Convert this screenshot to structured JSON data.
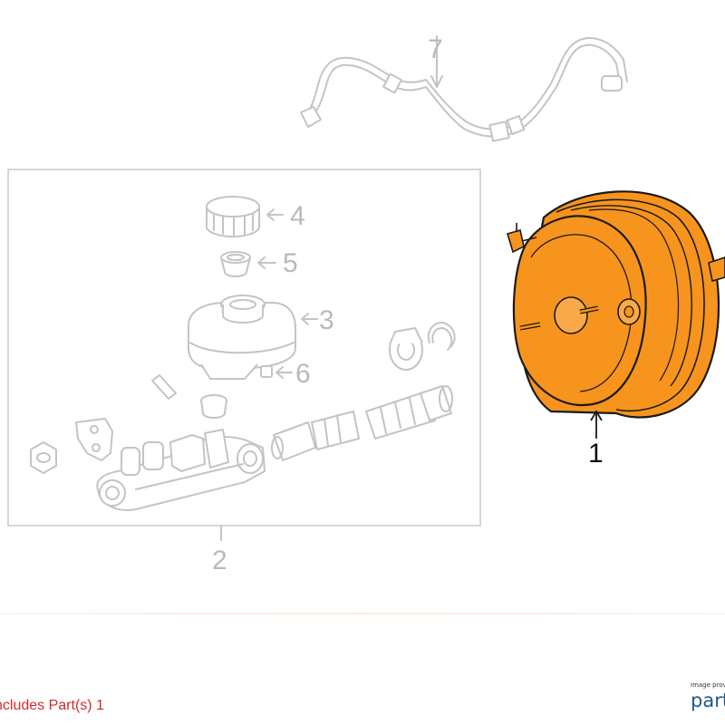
{
  "diagram": {
    "callouts": [
      {
        "id": "7",
        "label": "7"
      },
      {
        "id": "4",
        "label": "4"
      },
      {
        "id": "5",
        "label": "5"
      },
      {
        "id": "3",
        "label": "3"
      },
      {
        "id": "6",
        "label": "6"
      },
      {
        "id": "2",
        "label": "2"
      },
      {
        "id": "1",
        "label": "1"
      }
    ],
    "highlight_color": "#f7941d",
    "outline_color": "#1a1a1a",
    "faded_color": "#c4c4c4"
  },
  "footer": {
    "note": "ncludes Part(s) 1",
    "note_color": "#d12b2b"
  },
  "brand": {
    "caption": "Image provided by",
    "name": "partsouq",
    "color": "#1c5a8e"
  }
}
